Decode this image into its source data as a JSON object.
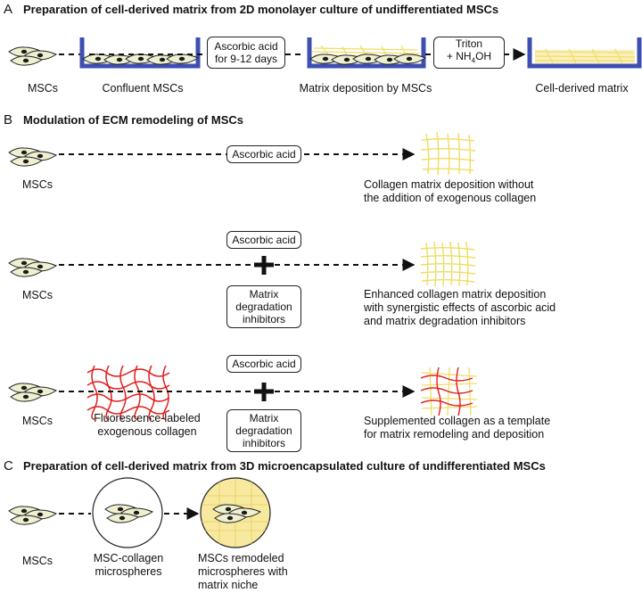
{
  "section_a": {
    "letter": "A",
    "title": "Preparation of cell-derived matrix from 2D monolayer culture of undifferentiated MSCs",
    "labels": {
      "mscs": "MSCs",
      "confluent": "Confluent MSCs",
      "deposition": "Matrix deposition by MSCs",
      "cdm": "Cell-derived matrix"
    },
    "box_ascorbic_line1": "Ascorbic acid",
    "box_ascorbic_line2": "for 9-12 days",
    "box_triton_line1": "Triton",
    "box_triton_line2_prefix": "+ NH",
    "box_triton_line2_sub": "4",
    "box_triton_line2_suffix": "OH"
  },
  "section_b": {
    "letter": "B",
    "title": "Modulation of ECM remodeling of MSCs",
    "row1": {
      "mscs": "MSCs",
      "box": "Ascorbic acid",
      "desc": "Collagen matrix deposition without\nthe addition of exogenous collagen"
    },
    "row2": {
      "mscs": "MSCs",
      "box_top": "Ascorbic acid",
      "box_bottom": "Matrix\ndegradation\ninhibitors",
      "desc": "Enhanced collagen matrix deposition\nwith synergistic effects of ascorbic acid\nand matrix degradation inhibitors"
    },
    "row3": {
      "mscs": "MSCs",
      "collagen_label": "Fluorescence-labeled\nexogenous collagen",
      "box_top": "Ascorbic acid",
      "box_bottom": "Matrix\ndegradation\ninhibitors",
      "desc": "Supplemented collagen as a template\nfor matrix remodeling and deposition"
    }
  },
  "section_c": {
    "letter": "C",
    "title": "Preparation of cell-derived matrix from 3D microencapsulated culture of undifferentiated MSCs",
    "mscs": "MSCs",
    "micro_label": "MSC-collagen\nmicrospheres",
    "remodeled_label": "MSCs remodeled\nmicrospheres with\nmatrix niche"
  },
  "colors": {
    "dish_blue": "#3d4fb0",
    "cell_fill": "#eef0cf",
    "nucleus": "#1a1a1a",
    "matrix_yellow": "#f0dd63",
    "sphere_fill": "#f7e9a0",
    "red_collagen": "#e21d1d"
  }
}
